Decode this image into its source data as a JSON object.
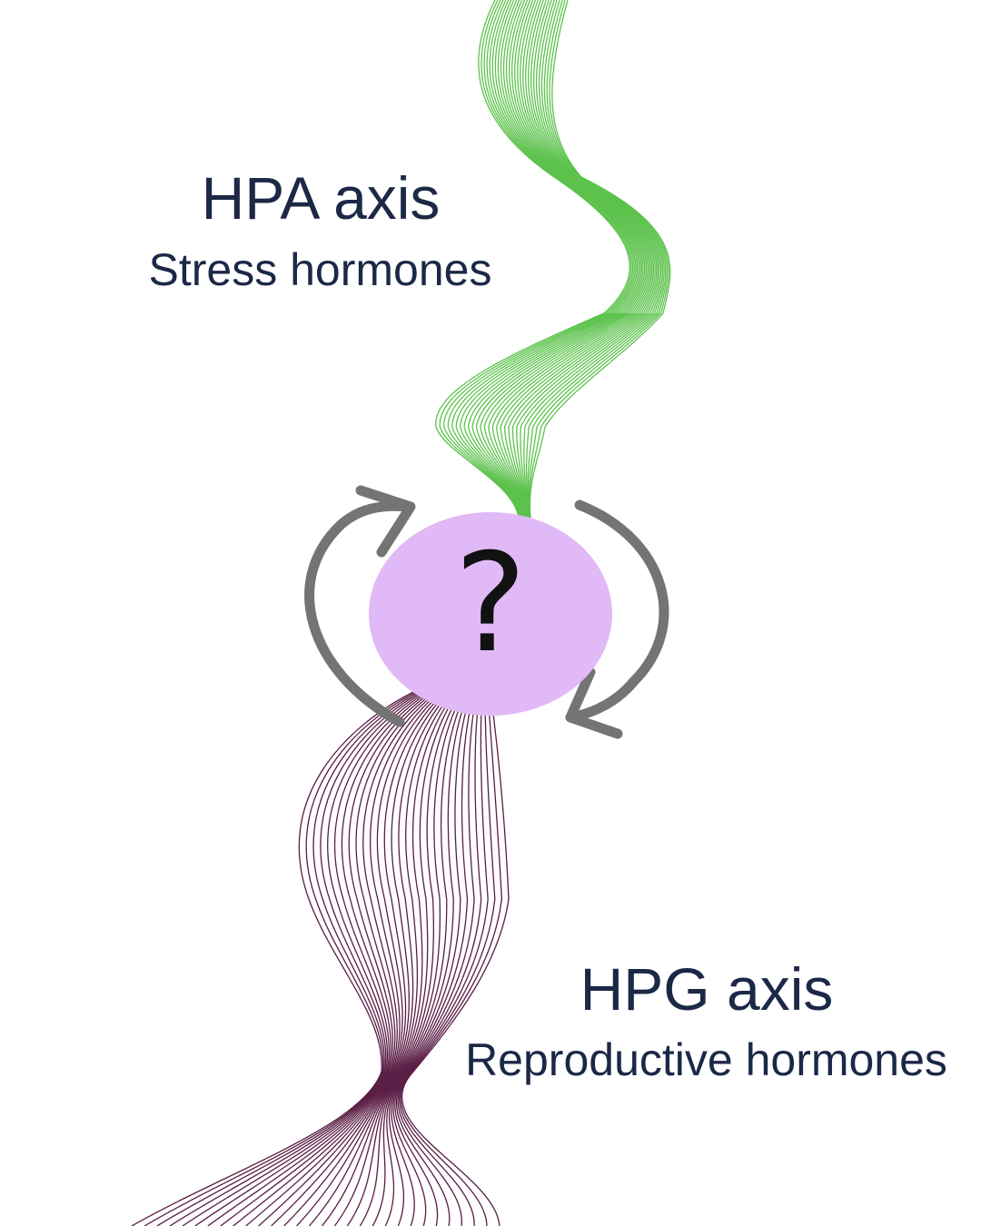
{
  "hpa": {
    "title": "HPA axis",
    "subtitle": "Stress hormones",
    "color": "#5cc24c"
  },
  "hpg": {
    "title": "HPG axis",
    "subtitle": "Reproductive hormones",
    "color": "#5a1d45"
  },
  "center": {
    "symbol": "?",
    "fill": "#e0b9f6"
  },
  "arrows": {
    "color": "#747474"
  },
  "text_color": "#1b2846"
}
